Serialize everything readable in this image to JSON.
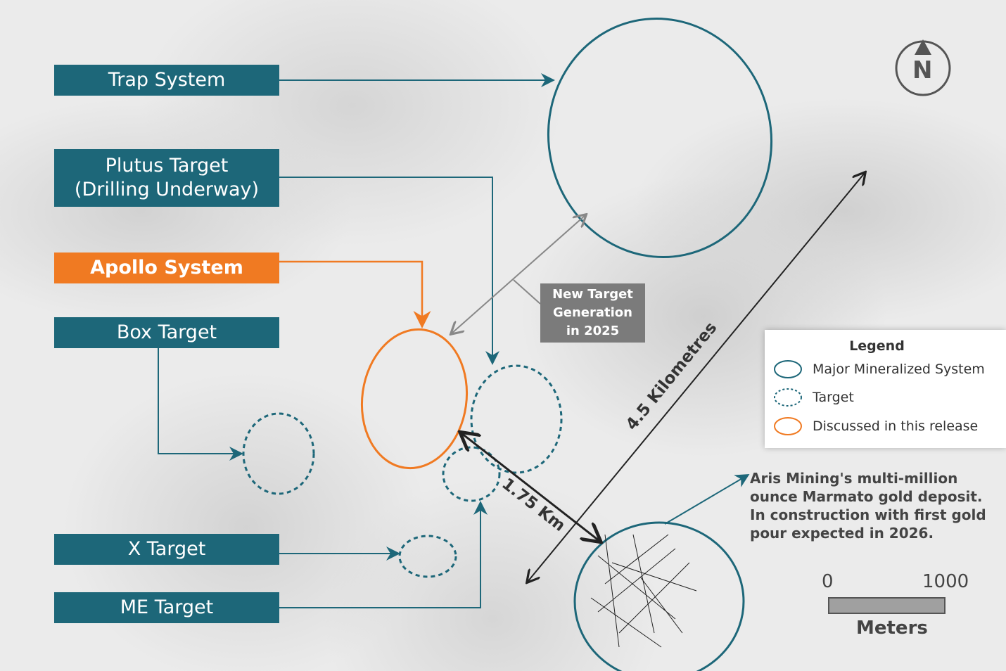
{
  "labels": {
    "trap": "Trap System",
    "plutus_1": "Plutus Target",
    "plutus_2": "(Drilling Underway)",
    "apollo": "Apollo System",
    "box": "Box Target",
    "x": "X Target",
    "me": "ME Target"
  },
  "new_target": {
    "line1": "New Target",
    "line2": "Generation",
    "line3": "in 2025"
  },
  "distances": {
    "long": "4.5 Kilometres",
    "short": "1.75 Km"
  },
  "legend": {
    "title": "Legend",
    "items": [
      "Major Mineralized System",
      "Target",
      "Discussed in this release"
    ]
  },
  "marmato_note": "Aris Mining's multi-million ounce Marmato gold deposit. In construction with first gold pour expected in 2026.",
  "scale_bar": {
    "min": "0",
    "max": "1000",
    "unit": "Meters"
  },
  "north_arrow": "N",
  "colors": {
    "teal": "#1d6779",
    "orange": "#f07a22",
    "gray": "#7b7b7b"
  }
}
